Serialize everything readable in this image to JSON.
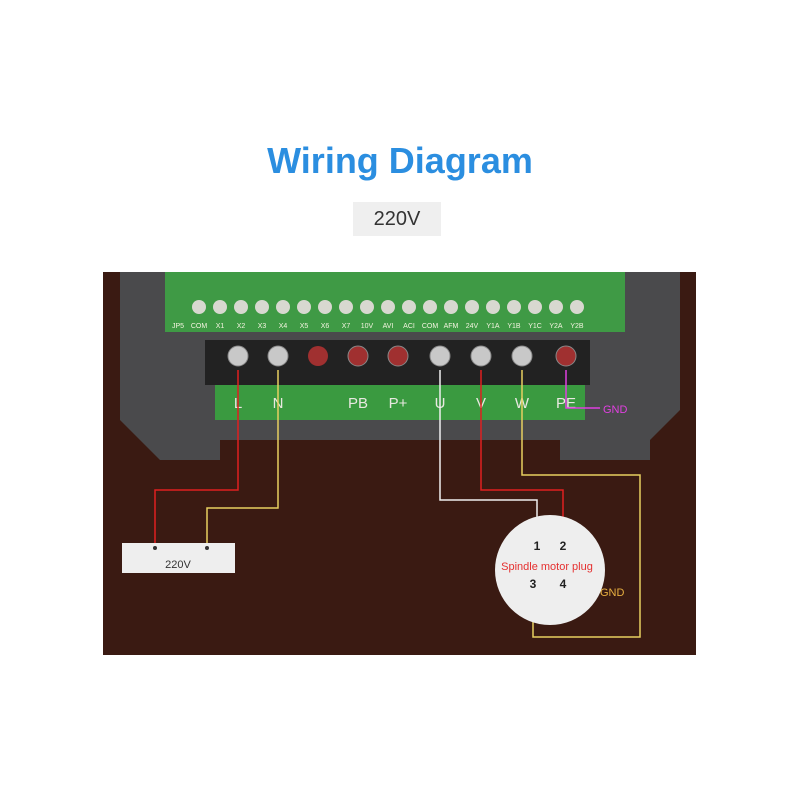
{
  "title": "Wiring Diagram",
  "voltage_badge": "220V",
  "control_terminals": [
    "JP5",
    "COM",
    "X1",
    "X2",
    "X3",
    "X4",
    "X5",
    "X6",
    "X7",
    "10V",
    "AVI",
    "ACI",
    "COM",
    "AFM",
    "24V",
    "Y1A",
    "Y1B",
    "Y1C",
    "Y2A",
    "Y2B"
  ],
  "power_terminals": [
    "L",
    "N",
    "PB",
    "P+",
    "U",
    "V",
    "W",
    "PE"
  ],
  "pe_label": "GND",
  "supply_label": "220V",
  "plug": {
    "label": "Spindle motor plug",
    "pins": [
      "1",
      "2",
      "3",
      "4"
    ],
    "gnd_label": "GND"
  },
  "colors": {
    "title": "#2b8ee0",
    "red_wire": "#e02020",
    "yellow_wire": "#e8d060",
    "white_wire": "#f0f0f0",
    "pe_wire": "#e040e0"
  }
}
